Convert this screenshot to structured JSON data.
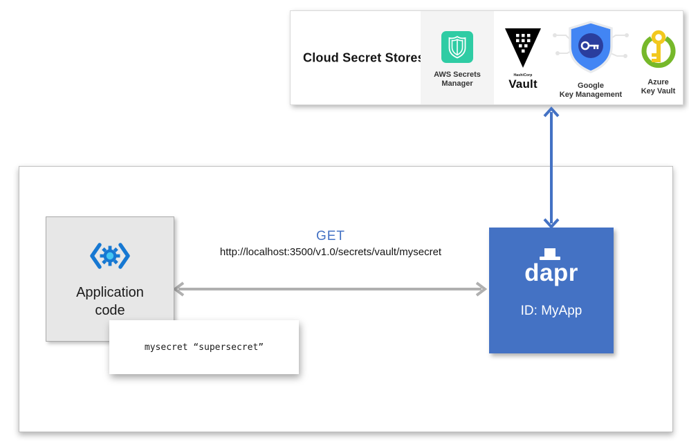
{
  "colors": {
    "accent_blue": "#4472C4",
    "dapr_blue": "#4472C4",
    "arrow_gray": "#B0B0B0",
    "aws_teal": "#2FCCA4",
    "vault_black": "#000000",
    "google_blue": "#4285F4",
    "google_navy": "#2A3E9E",
    "azure_green": "#76B82A",
    "azure_yellow": "#F2C81E",
    "app_box_gray": "#E7E7E7"
  },
  "cloud_secret_stores": {
    "title": "Cloud Secret Stores",
    "providers": [
      {
        "name": "aws-secrets-manager",
        "icon": "aws-shield-icon",
        "label_line1": "AWS Secrets",
        "label_line2": "Manager"
      },
      {
        "name": "hashicorp-vault",
        "icon": "vault-triangle-icon",
        "brand_small": "HashiCorp",
        "brand_large": "Vault"
      },
      {
        "name": "google-key-management",
        "icon": "google-shield-key-icon",
        "label_line1": "Google",
        "label_line2": "Key Management"
      },
      {
        "name": "azure-key-vault",
        "icon": "azure-key-icon",
        "label_line1": "Azure",
        "label_line2": "Key Vault"
      }
    ]
  },
  "main": {
    "application_box": {
      "icon": "code-gear-icon",
      "label_line1": "Application",
      "label_line2": "code"
    },
    "request": {
      "method": "GET",
      "url": "http://localhost:3500/v1.0/secrets/vault/mysecret"
    },
    "secret_tooltip": {
      "text": "mysecret “supersecret”"
    },
    "dapr_box": {
      "logo_text": "dapr",
      "id_label": "ID: MyApp"
    }
  }
}
